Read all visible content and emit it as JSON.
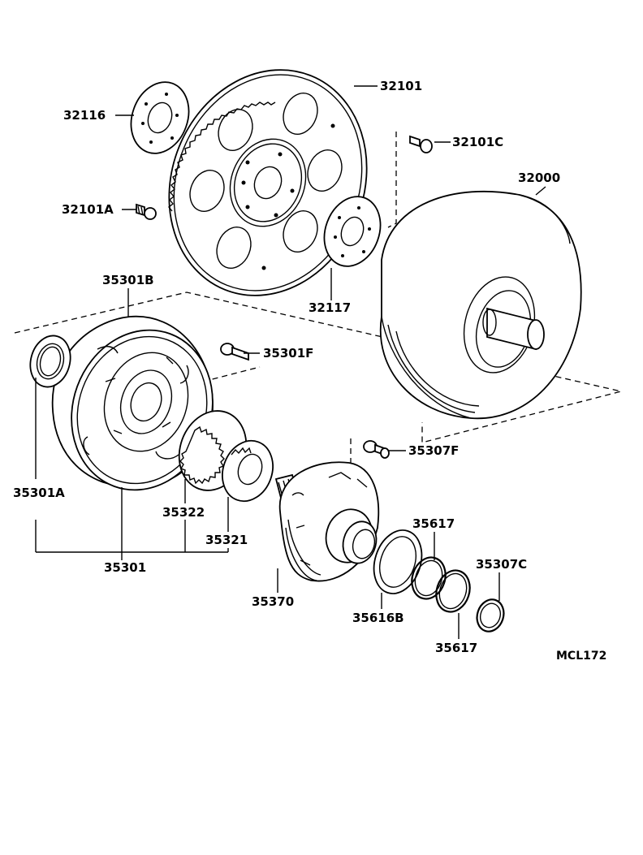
{
  "diagram": {
    "labels": {
      "p32101": "32101",
      "p32116": "32116",
      "p32101C": "32101C",
      "p32000": "32000",
      "p32101A": "32101A",
      "p32117": "32117",
      "p35301B": "35301B",
      "p35301F": "35301F",
      "p35307F": "35307F",
      "p35301A": "35301A",
      "p35322": "35322",
      "p35321": "35321",
      "p35301": "35301",
      "p35370": "35370",
      "p35617a": "35617",
      "p35307C": "35307C",
      "p35616B": "35616B",
      "p35617b": "35617",
      "ref": "MCL172"
    }
  }
}
